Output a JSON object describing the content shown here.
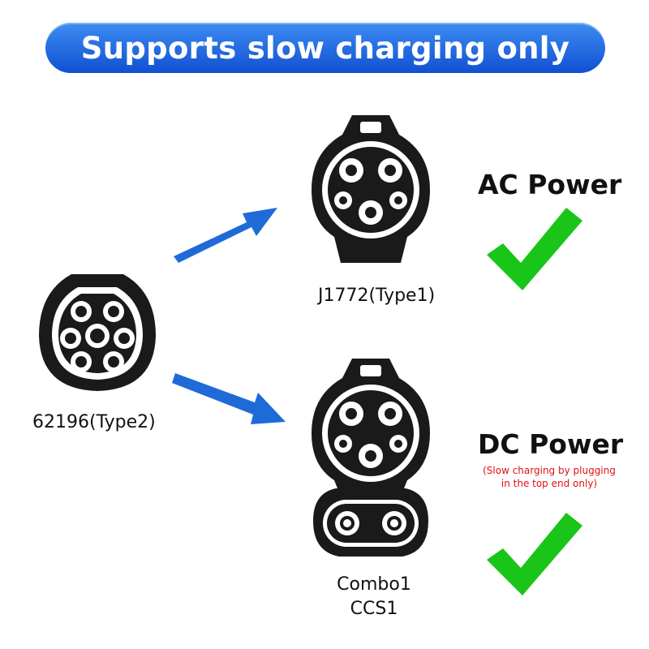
{
  "banner": {
    "title": "Supports slow charging only",
    "color_top": "#3d8cf2",
    "color_bottom": "#1150d2"
  },
  "connectors": {
    "type2": {
      "label": "62196(Type2)"
    },
    "j1772": {
      "label": "J1772(Type1)"
    },
    "combo1": {
      "label_line1": "Combo1",
      "label_line2": "CCS1"
    }
  },
  "power": {
    "ac": {
      "label": "AC Power"
    },
    "dc": {
      "label": "DC Power",
      "note_line1": "(Slow charging by plugging",
      "note_line2": "in the top end only)"
    }
  },
  "colors": {
    "arrow": "#1e6bd8",
    "check": "#19c519",
    "note": "#e01010",
    "connector": "#1a1a1a"
  },
  "icons": [
    "type2-connector-icon",
    "j1772-connector-icon",
    "combo1-connector-icon",
    "arrow-up-right-icon",
    "arrow-down-right-icon",
    "checkmark-icon"
  ]
}
